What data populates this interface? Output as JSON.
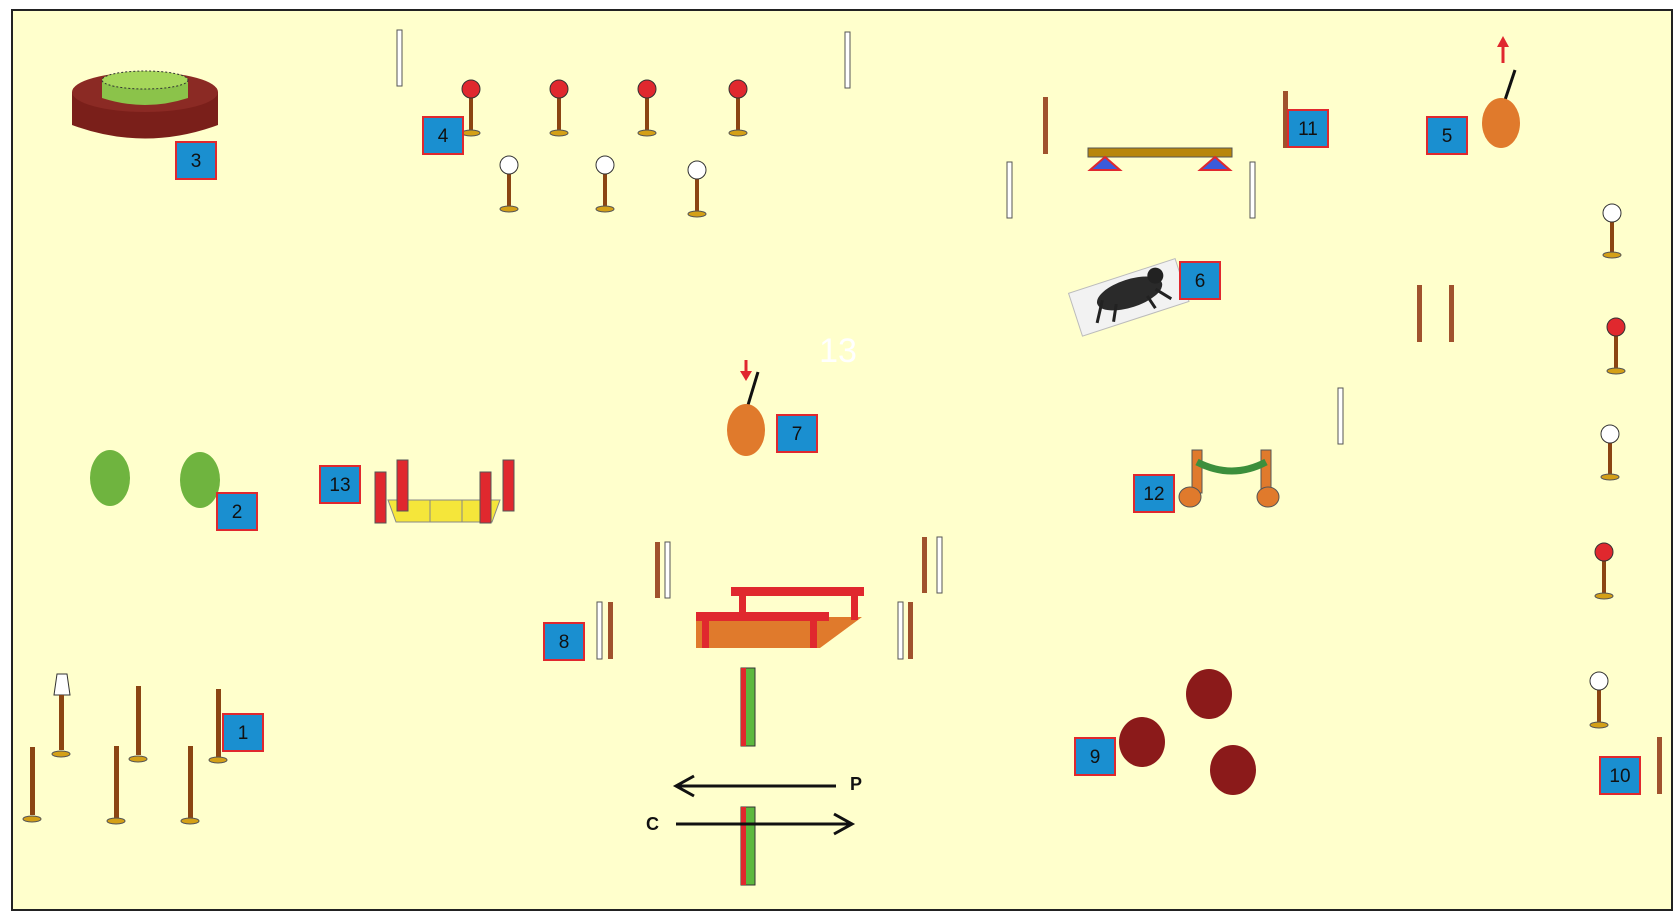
{
  "course": {
    "background_color": "#ffffcc",
    "label_box_color": "#1a8fd0",
    "label_border_color": "#e0282e",
    "obstacles": [
      {
        "number": "1",
        "kind": "weave-poles"
      },
      {
        "number": "2",
        "kind": "green-barrels"
      },
      {
        "number": "3",
        "kind": "round-pen"
      },
      {
        "number": "4",
        "kind": "slalom-markers"
      },
      {
        "number": "5",
        "kind": "orange-barrel-exit"
      },
      {
        "number": "6",
        "kind": "bull-picture"
      },
      {
        "number": "7",
        "kind": "orange-barrel-entry"
      },
      {
        "number": "8",
        "kind": "table-bench"
      },
      {
        "number": "9",
        "kind": "red-barrels"
      },
      {
        "number": "10",
        "kind": "marker-line"
      },
      {
        "number": "11",
        "kind": "bridge"
      },
      {
        "number": "12",
        "kind": "rope-gate"
      },
      {
        "number": "13",
        "kind": "yellow-jump"
      }
    ],
    "faint_label": "13",
    "arrow_left_label": "P",
    "arrow_right_label": "C"
  }
}
